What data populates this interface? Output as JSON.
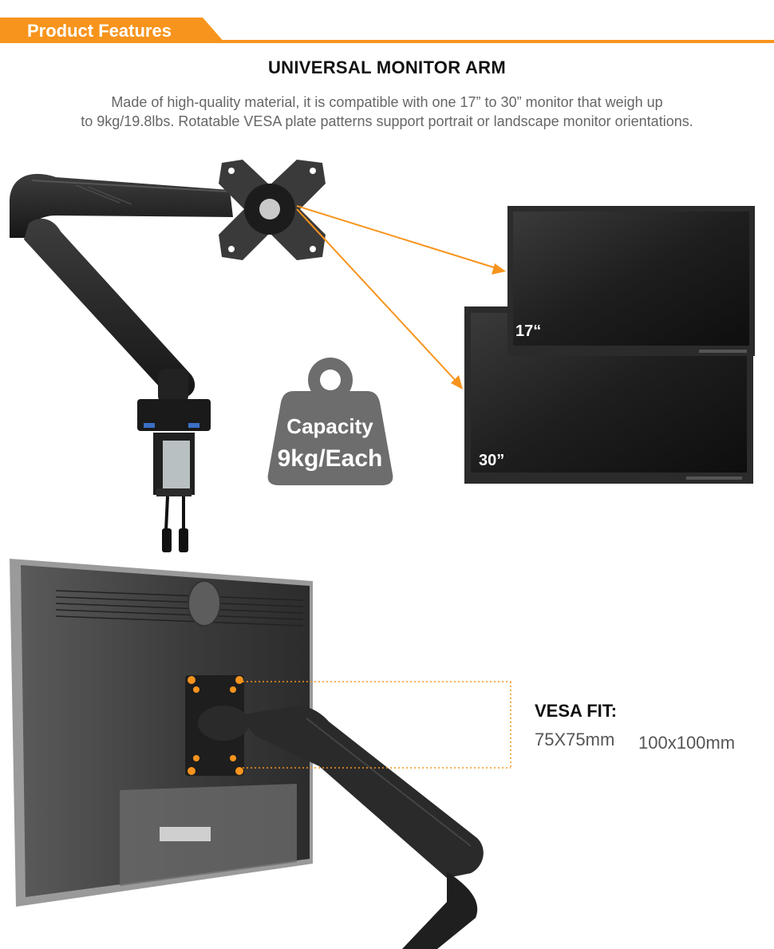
{
  "header": {
    "section_label": "Product Features"
  },
  "product": {
    "title": "UNIVERSAL MONITOR ARM",
    "description_line1": "Made of high-quality material, it is compatible with one 17” to 30” monitor that weigh up",
    "description_line2": "to 9kg/19.8lbs. Rotatable VESA plate patterns support portrait or landscape monitor orientations."
  },
  "monitors": {
    "small_label": "17“",
    "large_label": "30”"
  },
  "capacity": {
    "line1": "Capacity",
    "line2": "9kg/Each"
  },
  "vesa": {
    "title": "VESA FIT:",
    "sizes": [
      "75X75mm",
      "100x100mm"
    ]
  },
  "colors": {
    "accent": "#f7941d",
    "weight_badge": "#6d6d6d",
    "arm": "#2a2a2a",
    "screen": "#1c1c1c"
  },
  "icons": [
    "monitor-arm-illustration",
    "vesa-plate-icon",
    "weight-icon",
    "monitor-icon",
    "monitor-back-illustration"
  ]
}
